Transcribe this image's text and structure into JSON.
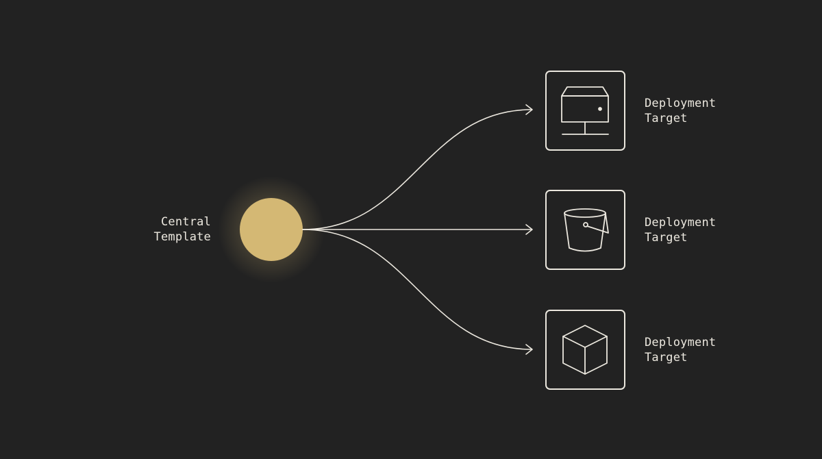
{
  "colors": {
    "background": "#222222",
    "stroke": "#ece8df",
    "hub": "#d4b874",
    "hub_glow": "#d4b874"
  },
  "hub": {
    "label_line1": "Central",
    "label_line2": "Template"
  },
  "targets": [
    {
      "icon": "server-icon",
      "label_line1": "Deployment",
      "label_line2": "Target"
    },
    {
      "icon": "bucket-icon",
      "label_line1": "Deployment",
      "label_line2": "Target"
    },
    {
      "icon": "cube-icon",
      "label_line1": "Deployment",
      "label_line2": "Target"
    }
  ]
}
